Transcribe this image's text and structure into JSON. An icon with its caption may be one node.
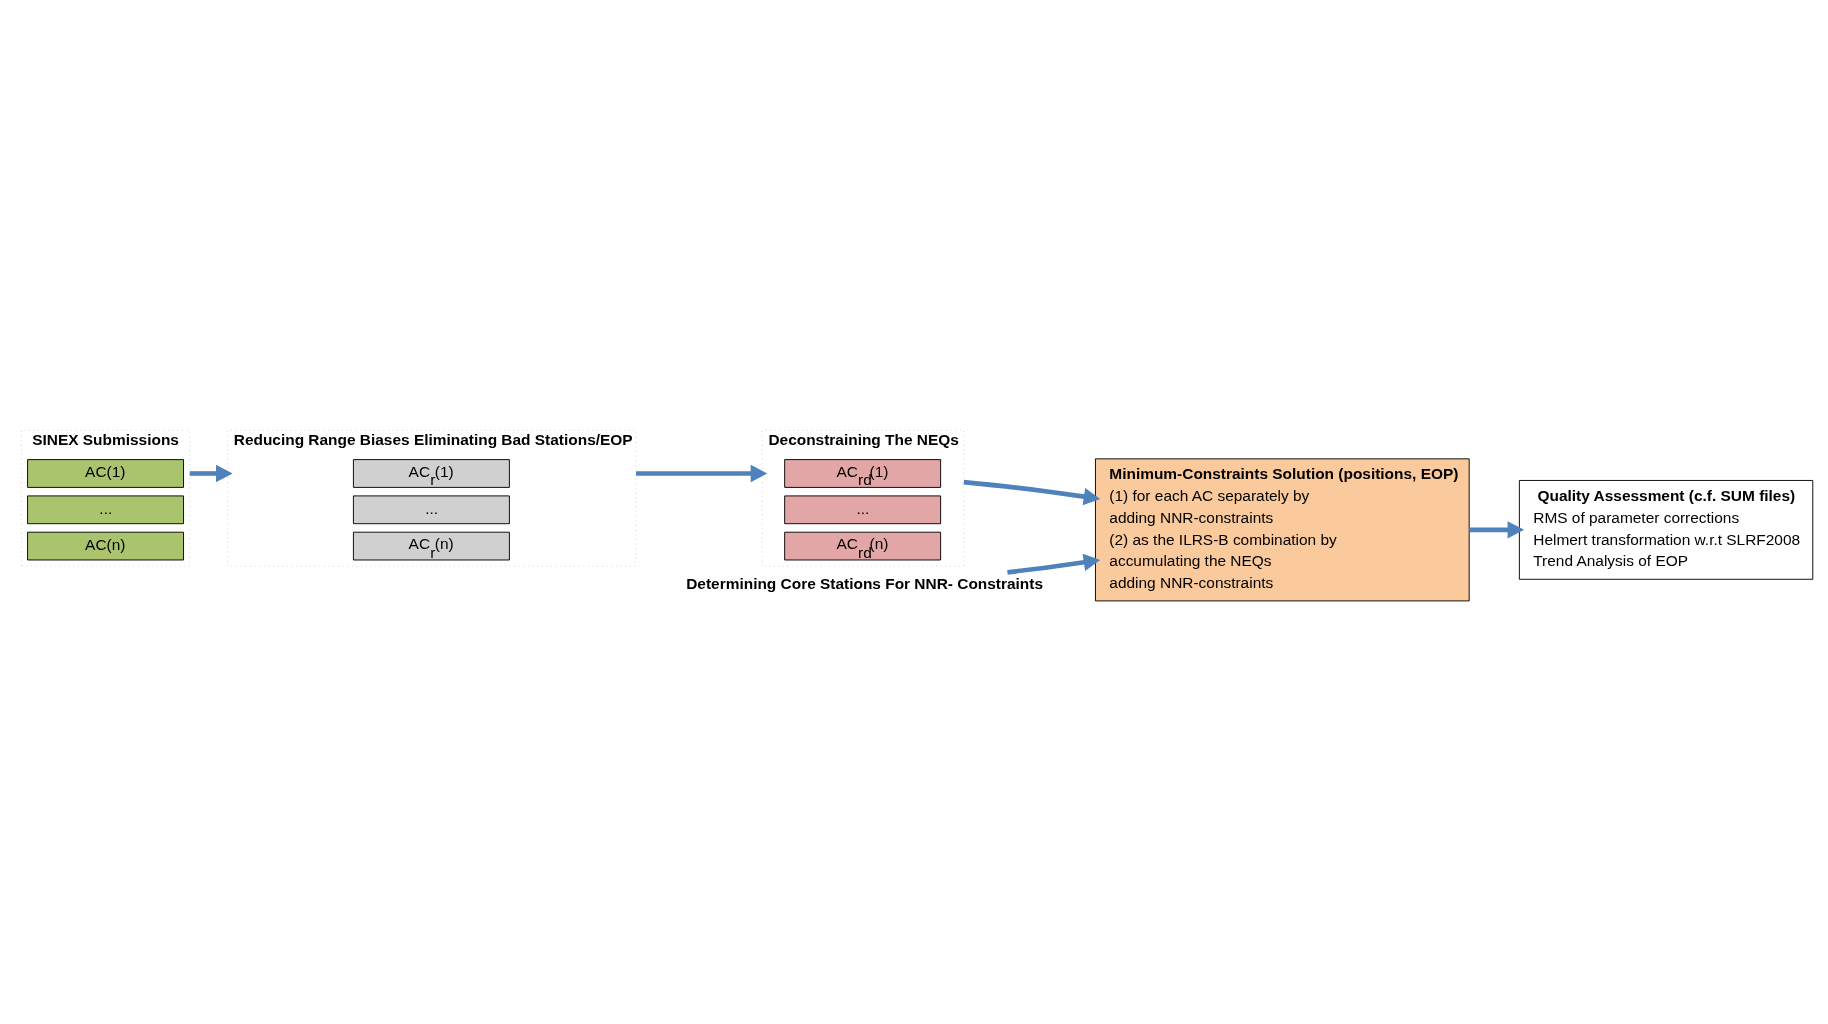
{
  "diagram": {
    "nodes": [
      {
        "text": [
          "SINEX Submissions"
        ]
      },
      {
        "text": [
          "AC(1)"
        ],
        "in": 0
      },
      {
        "text": [
          "..."
        ],
        "in": 0
      },
      {
        "text": [
          "AC(n)"
        ],
        "in": 0
      },
      {
        "text": [
          "Reducing Range Biases Eliminating Bad Stations/EOP"
        ]
      },
      {
        "text": [
          "AC$_{r}$(1)"
        ],
        "in": 4
      },
      {
        "text": [
          "..."
        ],
        "in": 4
      },
      {
        "text": [
          "AC$_{r}$(n)"
        ],
        "in": 4
      },
      {
        "text": [
          "Deconstraining The NEQs"
        ]
      },
      {
        "text": [
          "AC$_{rd}$(1)"
        ],
        "in": 8
      },
      {
        "text": [
          "..."
        ],
        "in": 8
      },
      {
        "text": [
          "AC$_{rd}$(n)"
        ],
        "in": 8
      },
      {
        "text": [
          "Determining Core Stations For NNR- Constraints"
        ]
      },
      {
        "text": [
          "Minimum-Constraints Solution (positions, EOP)",
          "(1) for each AC separately by",
          "adding NNR-constraints",
          "(2) as the ILRS-B combination by",
          "accumulating the NEQs",
          "adding NNR-constraints"
        ]
      },
      {
        "text": [
          "Quality Assessment (c.f. SUM files)",
          "RMS of parameter corrections",
          "Helmert transformation w.r.t SLRF2008",
          "Trend Analysis of EOP"
        ]
      }
    ],
    "edges": [
      {
        "from": 0,
        "to": 4,
        "arrow": "to"
      },
      {
        "from": 4,
        "to": 8,
        "arrow": "to"
      },
      {
        "from": 8,
        "to": 13,
        "arrow": "to"
      },
      {
        "from": 12,
        "to": 13,
        "arrow": "to"
      },
      {
        "from": 13,
        "to": 14,
        "arrow": "to"
      }
    ]
  }
}
